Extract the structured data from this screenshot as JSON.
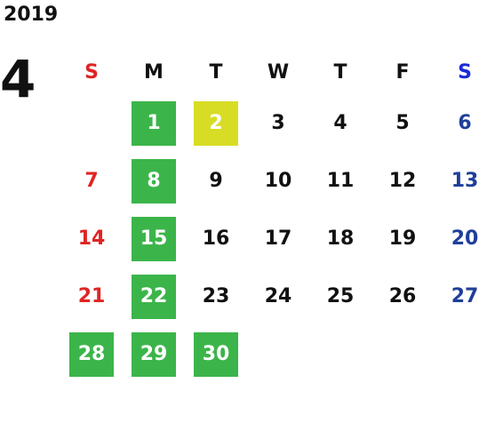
{
  "calendar": {
    "year": "2019",
    "month": "4",
    "weekdays": [
      "S",
      "M",
      "T",
      "W",
      "T",
      "F",
      "S"
    ],
    "weeks": [
      [
        "",
        "1",
        "2",
        "3",
        "4",
        "5",
        "6"
      ],
      [
        "7",
        "8",
        "9",
        "10",
        "11",
        "12",
        "13"
      ],
      [
        "14",
        "15",
        "16",
        "17",
        "18",
        "19",
        "20"
      ],
      [
        "21",
        "22",
        "23",
        "24",
        "25",
        "26",
        "27"
      ],
      [
        "28",
        "29",
        "30",
        "",
        "",
        "",
        ""
      ]
    ],
    "colors": {
      "sunday": "#e02424",
      "saturday": "#1f3f9a",
      "highlight_green": "#3bb54a",
      "highlight_yellow": "#d7dd25"
    }
  }
}
